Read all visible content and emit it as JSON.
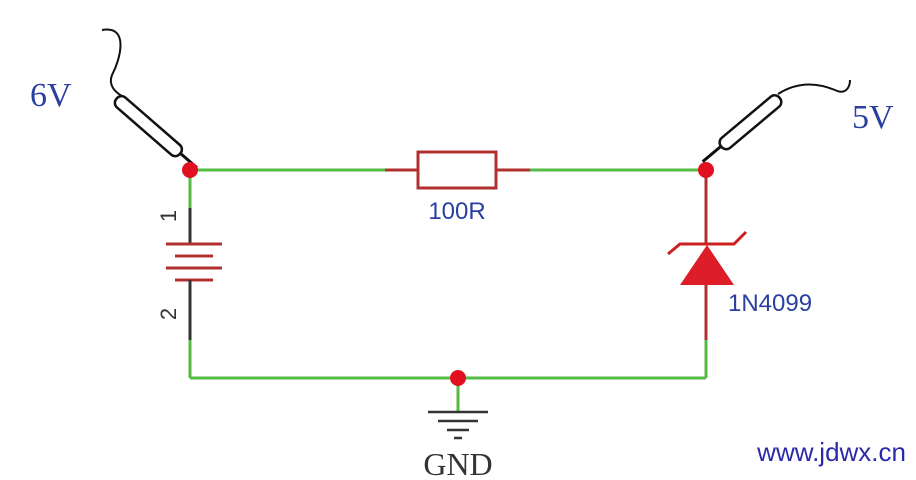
{
  "labels": {
    "probe_left_voltage": "6V",
    "probe_right_voltage": "5V",
    "resistor_value": "100R",
    "zener_part": "1N4099",
    "ground": "GND",
    "battery_pin1": "1",
    "battery_pin2": "2"
  },
  "watermark": "www.jdwx.cn",
  "colors": {
    "wire": "#55bb44",
    "component": "#b03030",
    "node": "#e01020",
    "text_blue": "#2a3fa0",
    "ground": "#333333",
    "probe": "#111111"
  }
}
